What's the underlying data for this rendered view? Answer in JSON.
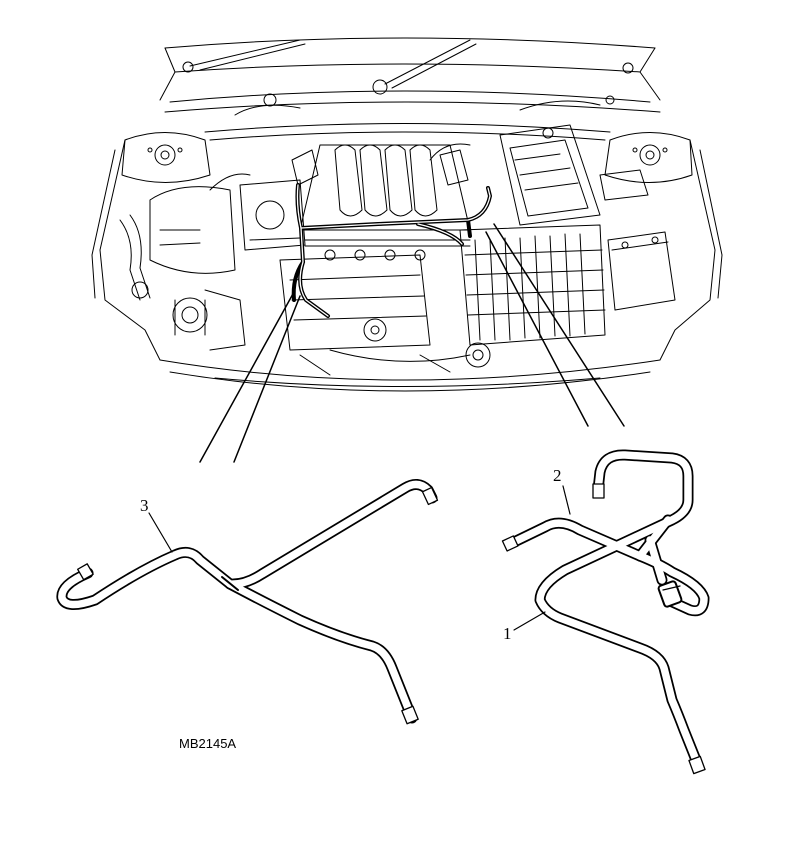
{
  "callouts": {
    "one": "1",
    "two": "2",
    "three": "3"
  },
  "figure_code": "MB2145A",
  "colors": {
    "line": "#000000",
    "background": "#ffffff"
  }
}
